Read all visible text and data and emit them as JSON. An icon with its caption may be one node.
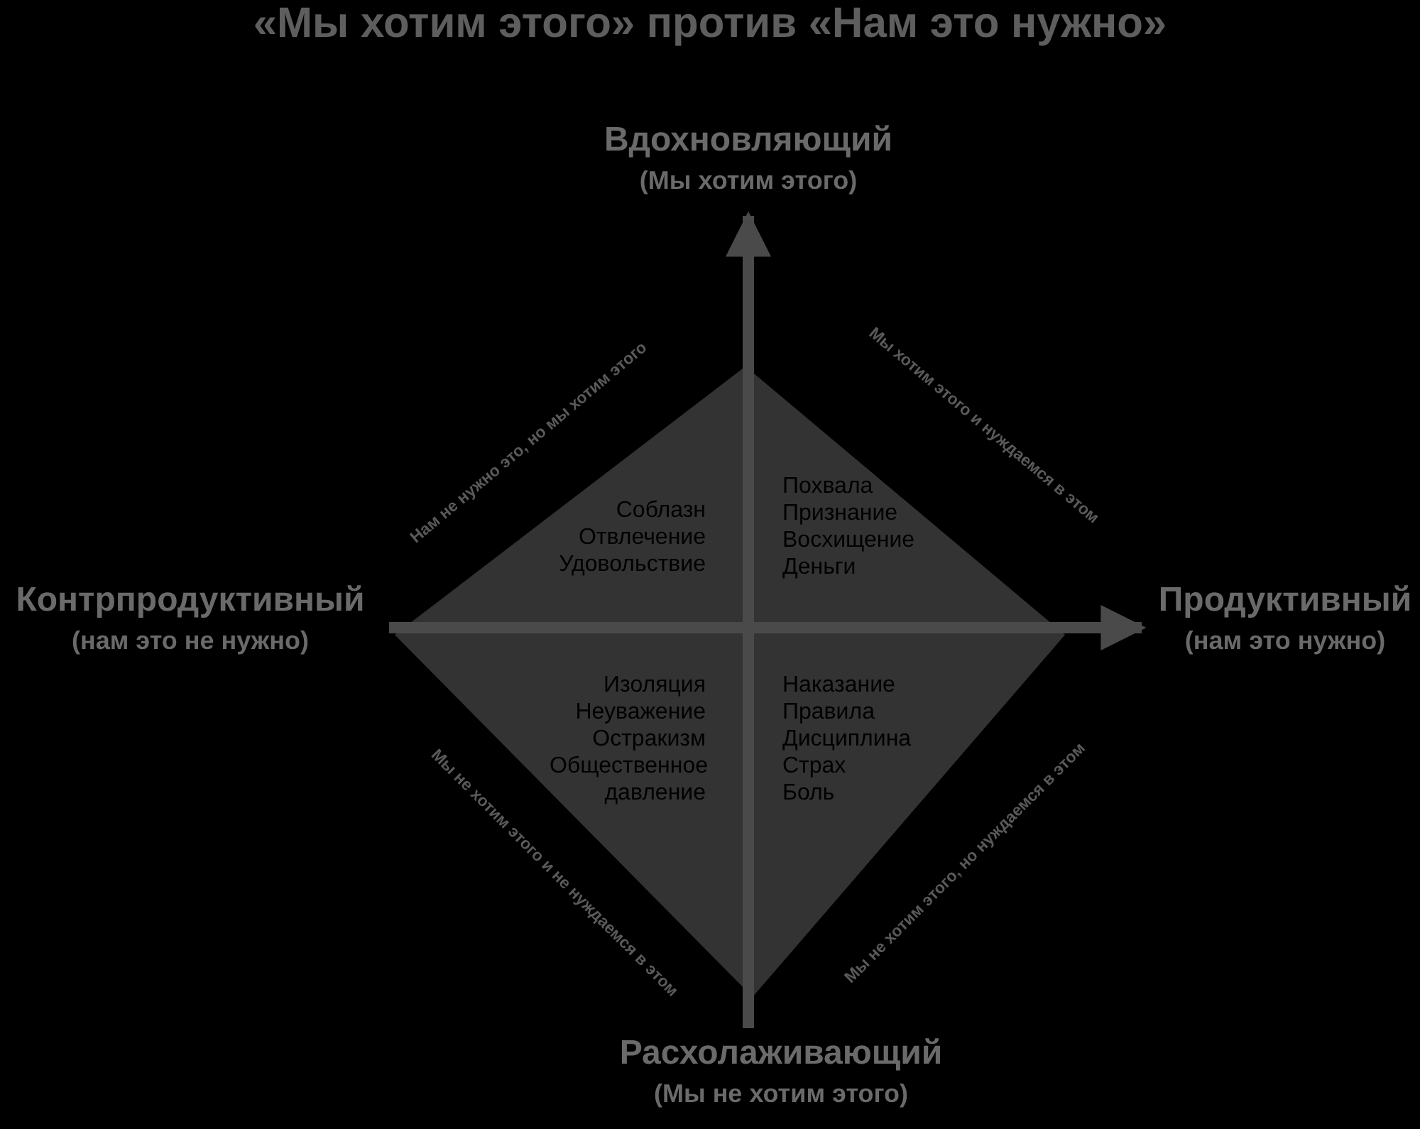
{
  "diagram": {
    "title": "«Мы хотим этого» против «Нам это нужно»",
    "nodes": [
      {
        "text": [
          "Вдохновляющий",
          "(Мы хотим этого)"
        ]
      },
      {
        "text": [
          "Контрпродуктивный",
          "(нам это не нужно)"
        ]
      },
      {
        "text": [
          "Продуктивный",
          "(нам это нужно)"
        ]
      },
      {
        "text": [
          "Расхолаживающий",
          "(Мы не хотим этого)"
        ]
      }
    ],
    "edges": [
      {
        "from": 3,
        "to": 0,
        "arrow": "to"
      },
      {
        "from": 1,
        "to": 2,
        "arrow": "to"
      }
    ],
    "labels": [
      "Нам не нужно это, но мы хотим этого",
      "Мы хотим этого и нуждаемся в этом",
      "Соблазн",
      "Отвлечение",
      "Удовольствие",
      "Похвала",
      "Признание",
      "Восхищение",
      "Деньги",
      "Изоляция",
      "Неуважение",
      "Остракизм",
      "Общественное давление",
      "Наказание",
      "Правила",
      "Дисциплина",
      "Страх",
      "Боль",
      "Мы не хотим этого и не нуждаемся в этом",
      "Мы не хотим этого, но нуждаемся в этом"
    ]
  }
}
